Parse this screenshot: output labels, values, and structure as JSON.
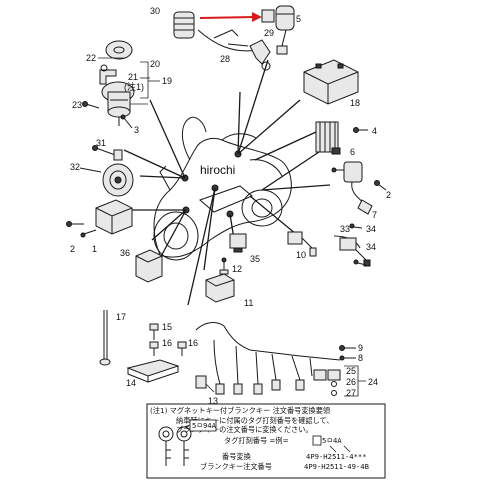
{
  "watermark": "hirochi",
  "callouts": {
    "c30": "30",
    "c29": "29",
    "c5": "5",
    "c28": "28",
    "c22": "22",
    "c20": "20",
    "c21": "21",
    "c21note": "(注1)",
    "c19": "19",
    "c23": "23",
    "c3": "3",
    "c18": "18",
    "c31": "31",
    "c32": "32",
    "c6": "6",
    "c4": "4",
    "c1": "1",
    "c7": "7",
    "c2": "2",
    "c36": "36",
    "c35": "35",
    "c12": "12",
    "c33": "33",
    "c34a": "34",
    "c34b": "34",
    "c10": "10",
    "c11": "11",
    "c17": "17",
    "c15": "15",
    "c16a": "16",
    "c16b": "16",
    "c14": "14",
    "c9": "9",
    "c8": "8",
    "c25": "25",
    "c26": "26",
    "c27": "27",
    "c24": "24",
    "c13": "13"
  },
  "note": {
    "title": "(注1) マグネットキー付ブランクキー  注文番号変換要領",
    "line1": "納車時にキーに付属のタグ打刻番号を確認して、",
    "line2": "ブランクキーの注文番号に変換ください。",
    "tag_label": "タグ打刻番号  =例=",
    "tag_code": "5ㅁ4A",
    "conv_label": "番号変換",
    "conv_value": "4P9-H2511-4***",
    "order_label": "ブランクキー注文番号",
    "order_value": "4P9-H2511-49-4B",
    "key_tag": "5ㅁ94A"
  },
  "colors": {
    "arrow": "#d81b1b",
    "ink": "#1a1a1a"
  }
}
